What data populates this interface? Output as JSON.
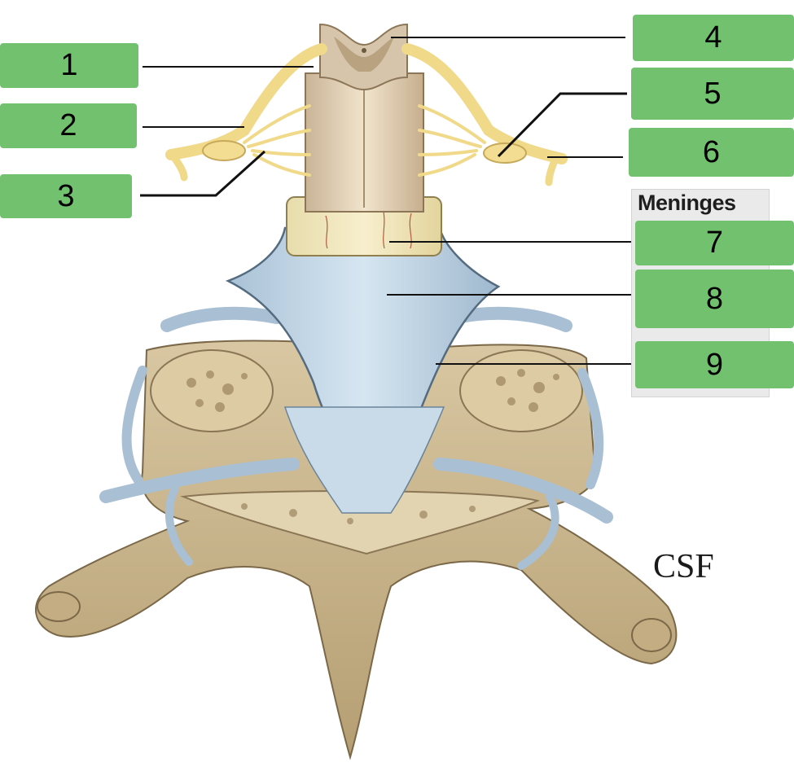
{
  "labels": [
    "1",
    "2",
    "3",
    "4",
    "5",
    "6",
    "7",
    "8",
    "9"
  ],
  "meninges_heading": "Meninges",
  "csf_text": "CSF",
  "colors": {
    "label_fill": "#72c16f",
    "nerve": "#f2d98a",
    "cord": "#e4d3b8",
    "dura": "#b9cfe0",
    "bone": "#cbb790",
    "leader_line": "#111111"
  }
}
